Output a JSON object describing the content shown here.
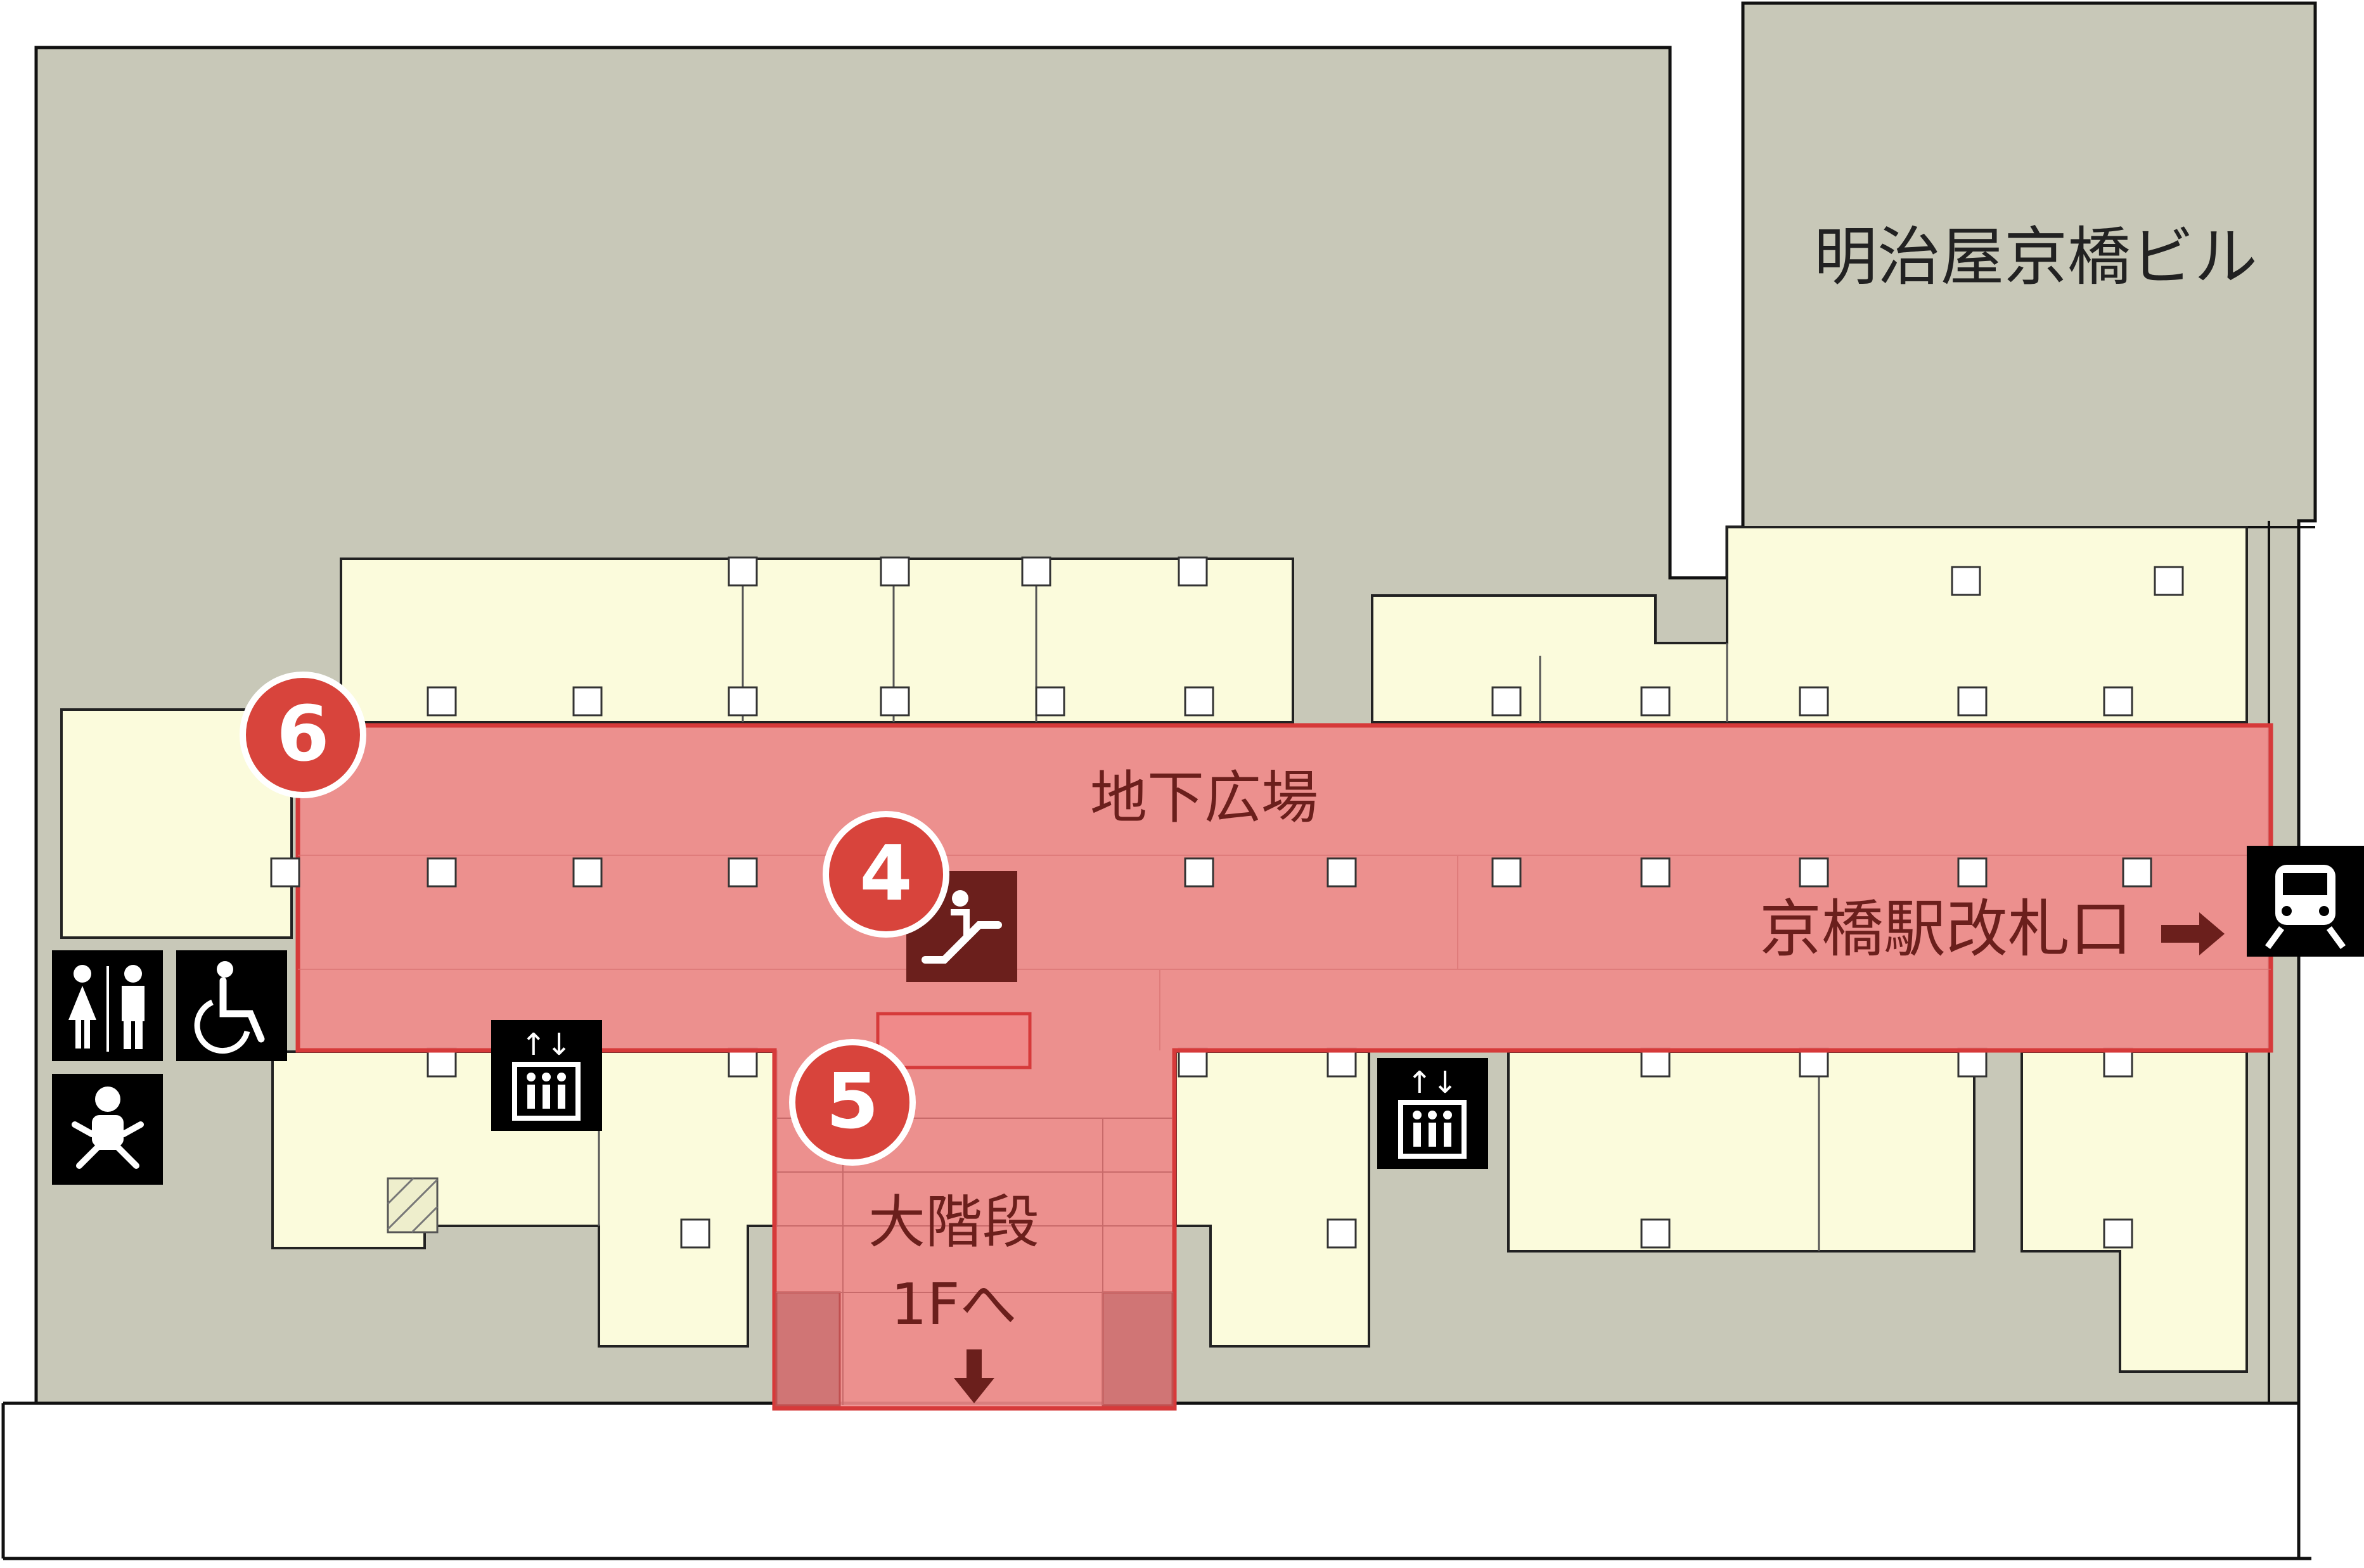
{
  "building_label": "明治屋京橋ビル",
  "plaza_label": "地下広場",
  "gate_label": "京橋駅改札口",
  "stairs_label_line1": "大階段",
  "stairs_label_line2": "1F",
  "stairs_label_arrow": "へ",
  "markers": {
    "escalator": "4",
    "stairs": "5",
    "plaza": "6"
  },
  "icons": [
    "restroom-icon",
    "wheelchair-icon",
    "baby-care-icon",
    "elevator-icon",
    "escalator-icon",
    "train-icon",
    "arrow-right-icon",
    "arrow-down-icon"
  ],
  "colors": {
    "highlight": "#f08a8a",
    "highlight_border": "#d63a3a",
    "marker_red": "#d8443c",
    "label_dark": "#6b1f1c",
    "icon_bg": "#000000",
    "building_gray": "#c8c8b8",
    "shop_cream": "#fbfbdc"
  }
}
